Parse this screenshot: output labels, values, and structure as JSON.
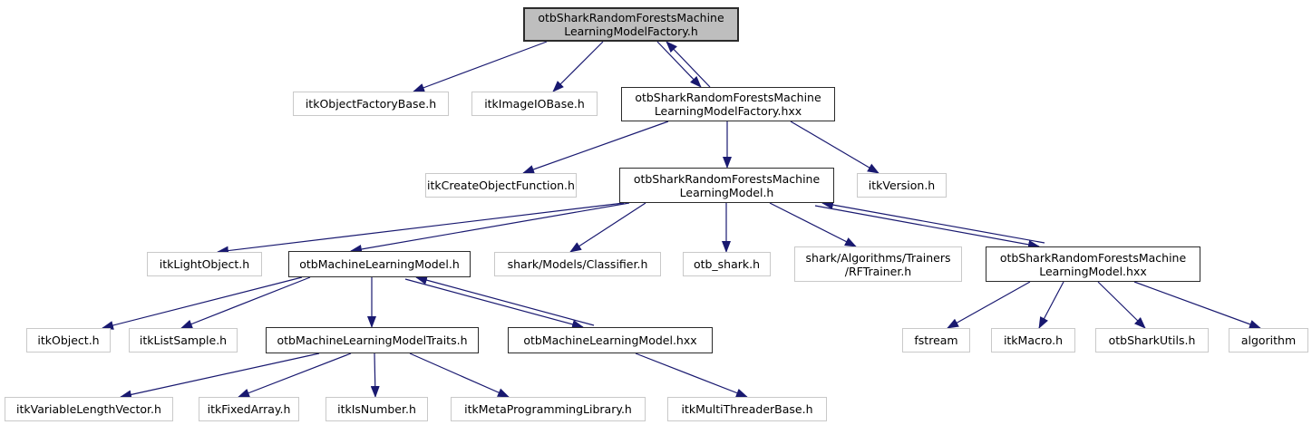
{
  "graph": {
    "type": "include-dependency-graph",
    "root_label": "otbSharkRandomForestsMachineLearningModelFactory.h",
    "colors": {
      "edge": "#191970",
      "current_node_fill": "#bebebe",
      "documented_node_border": "#2b2b2b",
      "external_node_border": "#c9c9c9",
      "node_fill": "#ffffff",
      "text": "#000000"
    },
    "nodes": [
      {
        "id": "factory_h",
        "label": "otbSharkRandomForestsMachine\nLearningModelFactory.h",
        "role": "current"
      },
      {
        "id": "itkObjectFactoryBase_h",
        "label": "itkObjectFactoryBase.h",
        "role": "external"
      },
      {
        "id": "itkImageIOBase_h",
        "label": "itkImageIOBase.h",
        "role": "external"
      },
      {
        "id": "factory_hxx",
        "label": "otbSharkRandomForestsMachine\nLearningModelFactory.hxx",
        "role": "doc"
      },
      {
        "id": "itkCreateObjectFunction_h",
        "label": "itkCreateObjectFunction.h",
        "role": "external"
      },
      {
        "id": "model_h",
        "label": "otbSharkRandomForestsMachine\nLearningModel.h",
        "role": "doc"
      },
      {
        "id": "itkVersion_h",
        "label": "itkVersion.h",
        "role": "external"
      },
      {
        "id": "itkLightObject_h",
        "label": "itkLightObject.h",
        "role": "external"
      },
      {
        "id": "otbMachineLearningModel_h",
        "label": "otbMachineLearningModel.h",
        "role": "doc"
      },
      {
        "id": "classifier",
        "label": "shark/Models/Classifier.h",
        "role": "external"
      },
      {
        "id": "otb_shark_h",
        "label": "otb_shark.h",
        "role": "external"
      },
      {
        "id": "rftrainer",
        "label": "shark/Algorithms/Trainers\n/RFTrainer.h",
        "role": "external"
      },
      {
        "id": "model_hxx",
        "label": "otbSharkRandomForestsMachine\nLearningModel.hxx",
        "role": "doc"
      },
      {
        "id": "itkObject_h",
        "label": "itkObject.h",
        "role": "external"
      },
      {
        "id": "itkListSample_h",
        "label": "itkListSample.h",
        "role": "external"
      },
      {
        "id": "traits",
        "label": "otbMachineLearningModelTraits.h",
        "role": "doc"
      },
      {
        "id": "mlmodel_hxx",
        "label": "otbMachineLearningModel.hxx",
        "role": "doc"
      },
      {
        "id": "fstream",
        "label": "fstream",
        "role": "external"
      },
      {
        "id": "itkMacro_h",
        "label": "itkMacro.h",
        "role": "external"
      },
      {
        "id": "otbSharkUtils_h",
        "label": "otbSharkUtils.h",
        "role": "external"
      },
      {
        "id": "algorithm",
        "label": "algorithm",
        "role": "external"
      },
      {
        "id": "itkVariableLengthVector_h",
        "label": "itkVariableLengthVector.h",
        "role": "external"
      },
      {
        "id": "itkFixedArray_h",
        "label": "itkFixedArray.h",
        "role": "external"
      },
      {
        "id": "itkIsNumber_h",
        "label": "itkIsNumber.h",
        "role": "external"
      },
      {
        "id": "itkMetaProgrammingLibrary_h",
        "label": "itkMetaProgrammingLibrary.h",
        "role": "external"
      },
      {
        "id": "itkMultiThreaderBase_h",
        "label": "itkMultiThreaderBase.h",
        "role": "external"
      }
    ],
    "edges": [
      {
        "from": "factory_h",
        "to": "itkObjectFactoryBase_h"
      },
      {
        "from": "factory_h",
        "to": "itkImageIOBase_h"
      },
      {
        "from": "factory_h",
        "to": "factory_hxx"
      },
      {
        "from": "factory_hxx",
        "to": "factory_h"
      },
      {
        "from": "factory_hxx",
        "to": "itkCreateObjectFunction_h"
      },
      {
        "from": "factory_hxx",
        "to": "model_h"
      },
      {
        "from": "factory_hxx",
        "to": "itkVersion_h"
      },
      {
        "from": "model_h",
        "to": "itkLightObject_h"
      },
      {
        "from": "model_h",
        "to": "otbMachineLearningModel_h"
      },
      {
        "from": "model_h",
        "to": "classifier"
      },
      {
        "from": "model_h",
        "to": "otb_shark_h"
      },
      {
        "from": "model_h",
        "to": "rftrainer"
      },
      {
        "from": "model_h",
        "to": "model_hxx"
      },
      {
        "from": "model_hxx",
        "to": "model_h"
      },
      {
        "from": "otbMachineLearningModel_h",
        "to": "itkObject_h"
      },
      {
        "from": "otbMachineLearningModel_h",
        "to": "itkListSample_h"
      },
      {
        "from": "otbMachineLearningModel_h",
        "to": "traits"
      },
      {
        "from": "otbMachineLearningModel_h",
        "to": "mlmodel_hxx"
      },
      {
        "from": "mlmodel_hxx",
        "to": "otbMachineLearningModel_h"
      },
      {
        "from": "traits",
        "to": "itkVariableLengthVector_h"
      },
      {
        "from": "traits",
        "to": "itkFixedArray_h"
      },
      {
        "from": "traits",
        "to": "itkIsNumber_h"
      },
      {
        "from": "traits",
        "to": "itkMetaProgrammingLibrary_h"
      },
      {
        "from": "mlmodel_hxx",
        "to": "itkMultiThreaderBase_h"
      },
      {
        "from": "model_hxx",
        "to": "fstream"
      },
      {
        "from": "model_hxx",
        "to": "itkMacro_h"
      },
      {
        "from": "model_hxx",
        "to": "otbSharkUtils_h"
      },
      {
        "from": "model_hxx",
        "to": "algorithm"
      }
    ]
  }
}
